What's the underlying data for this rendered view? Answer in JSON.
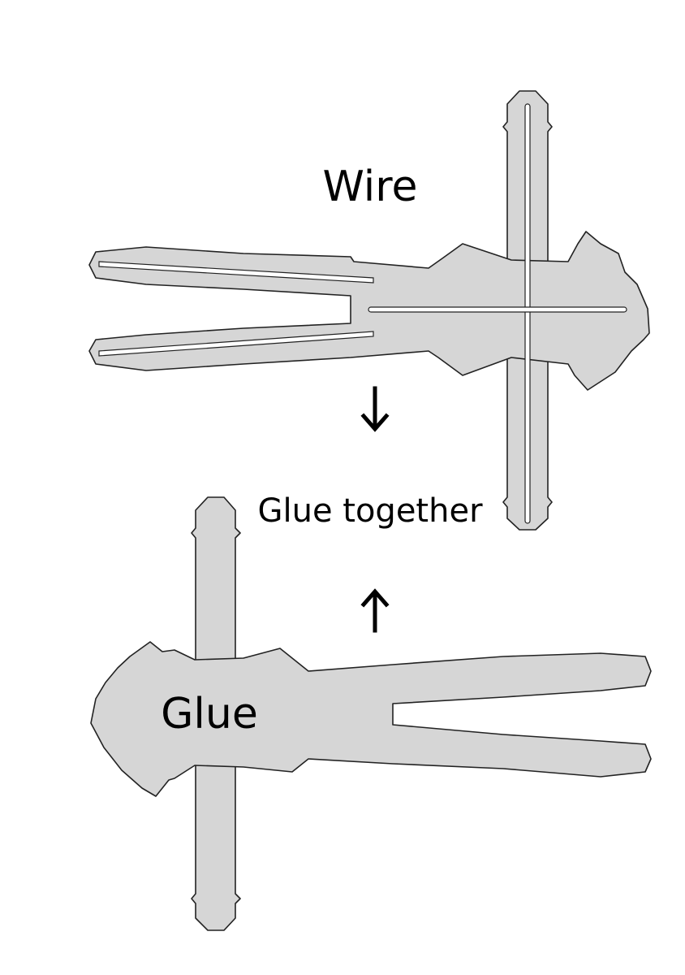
{
  "labels": {
    "wire": "Wire",
    "glue_together": "Glue together",
    "glue": "Glue"
  },
  "colors": {
    "figure_fill": "#d6d6d6",
    "outline": "#222222",
    "text": "#000000",
    "background": "#ffffff"
  },
  "arrows": {
    "top": "down-arrow",
    "bottom": "up-arrow"
  }
}
